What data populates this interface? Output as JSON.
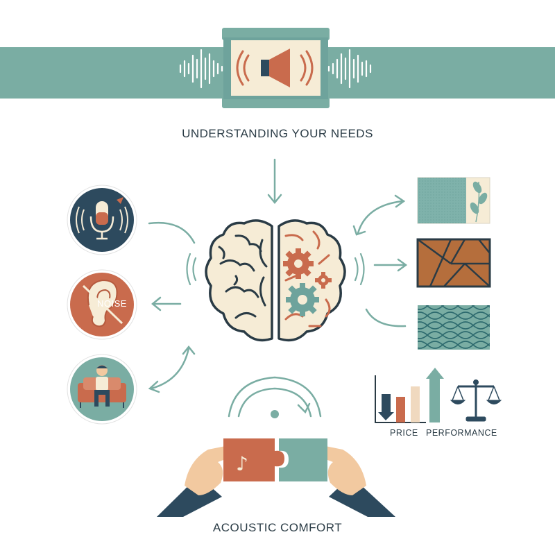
{
  "heading": "UNDERSTANDING YOUR NEEDS",
  "noise_label": "NOISE",
  "price_label": "PRICE",
  "performance_label": "PERFORMANCE",
  "footer": "ACOUSTIC COMFORT",
  "colors": {
    "teal": "#7aada3",
    "teal_dark": "#5e958b",
    "navy": "#2d4a5e",
    "terracotta": "#c96b4d",
    "cream": "#f6ecd6",
    "wood": "#b56e3c",
    "outline": "#2a3b45"
  },
  "icons": [
    "speaker-icon",
    "sound-wave-icon",
    "microphone-icon",
    "ear-icon",
    "person-on-sofa-icon",
    "brain-icon",
    "gear-icon",
    "fabric-panel-icon",
    "wood-panel-icon",
    "pattern-panel-icon",
    "bar-chart-icon",
    "balance-scale-icon",
    "puzzle-piece-icon",
    "hands-icon",
    "music-note-icon"
  ]
}
